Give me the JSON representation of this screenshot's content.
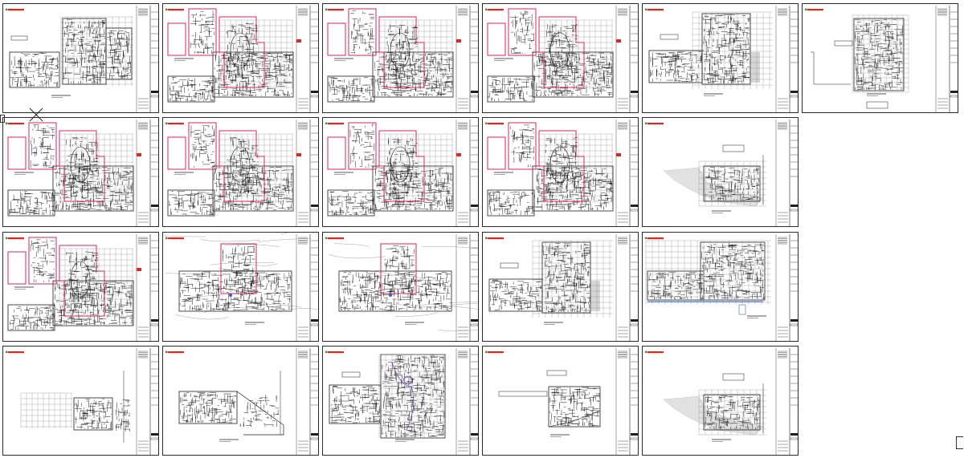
{
  "colors": {
    "background": "#ffffff",
    "border": "#2b2b2b",
    "linework": "#1e1e1e",
    "highlight": "#d8245c",
    "stamp_red": "#e0261f",
    "stamp_green": "#2a9a3a",
    "hatch": "#8a8a8a",
    "accent_blue": "#2f63c9",
    "accent_purple": "#6c3fb5"
  },
  "icons": {
    "delete_marker": "x-mark-icon",
    "ucs_origin": "ucs-origin-icon",
    "cursor": "crosshair-cursor-icon"
  },
  "layout_sheets": {
    "row_1": [
      "plan-basement",
      "plan-highlighted",
      "plan-highlighted",
      "plan-highlighted",
      "plan-level",
      "plan-roof"
    ],
    "row_2": [
      "plan-highlighted",
      "plan-highlighted",
      "plan-highlighted",
      "plan-highlighted",
      "plan-site-slope"
    ],
    "row_3": [
      "plan-highlighted",
      "plan-site-context",
      "plan-site-context",
      "plan-level",
      "plan-level-wide"
    ],
    "row_4": [
      "plan-partial",
      "plan-diagonal",
      "plan-purple-markup",
      "plan-partial-right",
      "plan-site-slope"
    ]
  }
}
